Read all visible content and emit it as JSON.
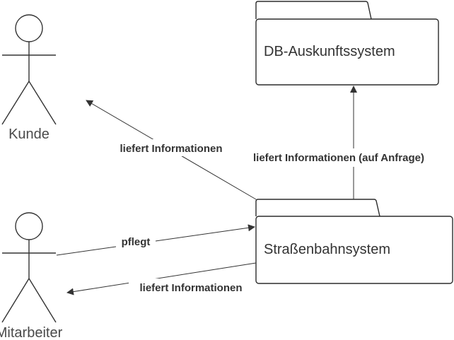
{
  "actors": {
    "kunde": {
      "label": "Kunde"
    },
    "mitarbeiter": {
      "label": "Mitarbeiter"
    }
  },
  "packages": {
    "auskunft": {
      "label": "DB-Auskunftssystem"
    },
    "strassenbahn": {
      "label": "Straßenbahnsystem"
    }
  },
  "edges": {
    "to_kunde": {
      "label": "liefert Informationen"
    },
    "to_auskunft": {
      "label": "liefert Informationen (auf Anfrage)"
    },
    "pflegt": {
      "label": "pflegt"
    },
    "to_mitarbeiter": {
      "label": "liefert Informationen"
    }
  },
  "colors": {
    "line": "#333333",
    "text": "#333333"
  }
}
